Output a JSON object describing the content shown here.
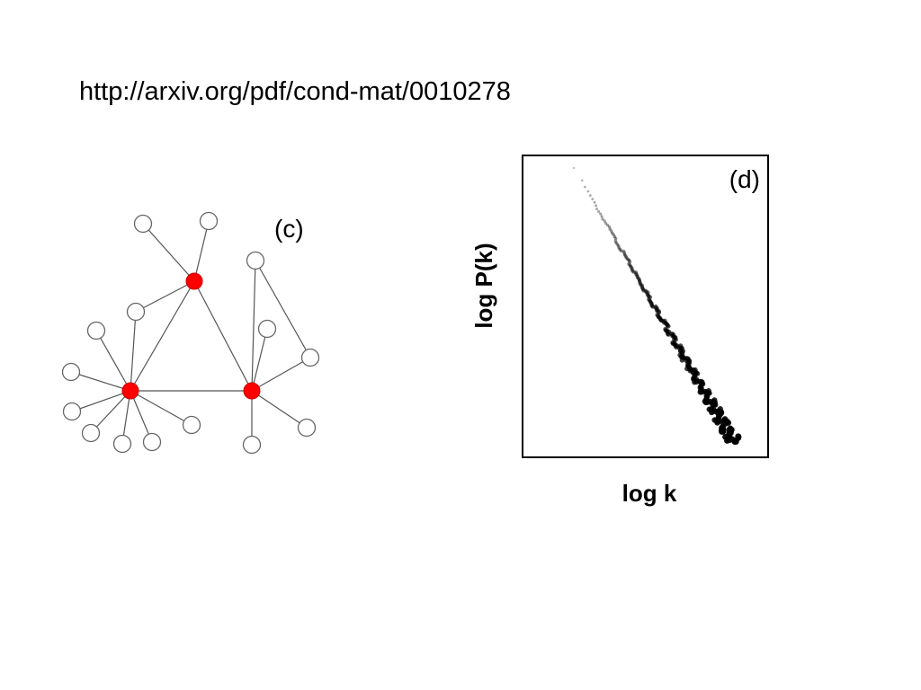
{
  "source_url": "http://arxiv.org/pdf/cond-mat/0010278",
  "panel_c": {
    "label": "(c)",
    "hub_color": "#ff0000",
    "node_color": "#ffffff",
    "edge_color": "#555555",
    "nodes": [
      {
        "id": "h1",
        "hub": true
      },
      {
        "id": "h2",
        "hub": true
      },
      {
        "id": "h3",
        "hub": true
      },
      {
        "id": "n1"
      },
      {
        "id": "n2"
      },
      {
        "id": "n3"
      },
      {
        "id": "n4"
      },
      {
        "id": "n5"
      },
      {
        "id": "n6"
      },
      {
        "id": "n7"
      },
      {
        "id": "n8"
      },
      {
        "id": "n9"
      },
      {
        "id": "n10"
      },
      {
        "id": "n11"
      },
      {
        "id": "n12"
      },
      {
        "id": "n13"
      },
      {
        "id": "n14"
      },
      {
        "id": "n15"
      },
      {
        "id": "n16"
      },
      {
        "id": "n17"
      }
    ],
    "edges": [
      [
        "h1",
        "h2"
      ],
      [
        "h1",
        "h3"
      ],
      [
        "h2",
        "h3"
      ],
      [
        "h1",
        "n1"
      ],
      [
        "h1",
        "n2"
      ],
      [
        "h1",
        "n3"
      ],
      [
        "h2",
        "n3"
      ],
      [
        "h2",
        "n4"
      ],
      [
        "h2",
        "n5"
      ],
      [
        "h2",
        "n6"
      ],
      [
        "h2",
        "n7"
      ],
      [
        "h2",
        "n8"
      ],
      [
        "h2",
        "n9"
      ],
      [
        "h2",
        "n10"
      ],
      [
        "h3",
        "n11"
      ],
      [
        "h3",
        "n12"
      ],
      [
        "h3",
        "n13"
      ],
      [
        "h3",
        "n14"
      ],
      [
        "h3",
        "n15"
      ],
      [
        "n11",
        "n16"
      ],
      [
        "n16",
        "n13"
      ],
      [
        "n11",
        "n17"
      ]
    ]
  },
  "panel_d": {
    "label": "(d)",
    "xlabel": "log k",
    "ylabel": "log P(k)",
    "point_color": "#000000"
  }
}
